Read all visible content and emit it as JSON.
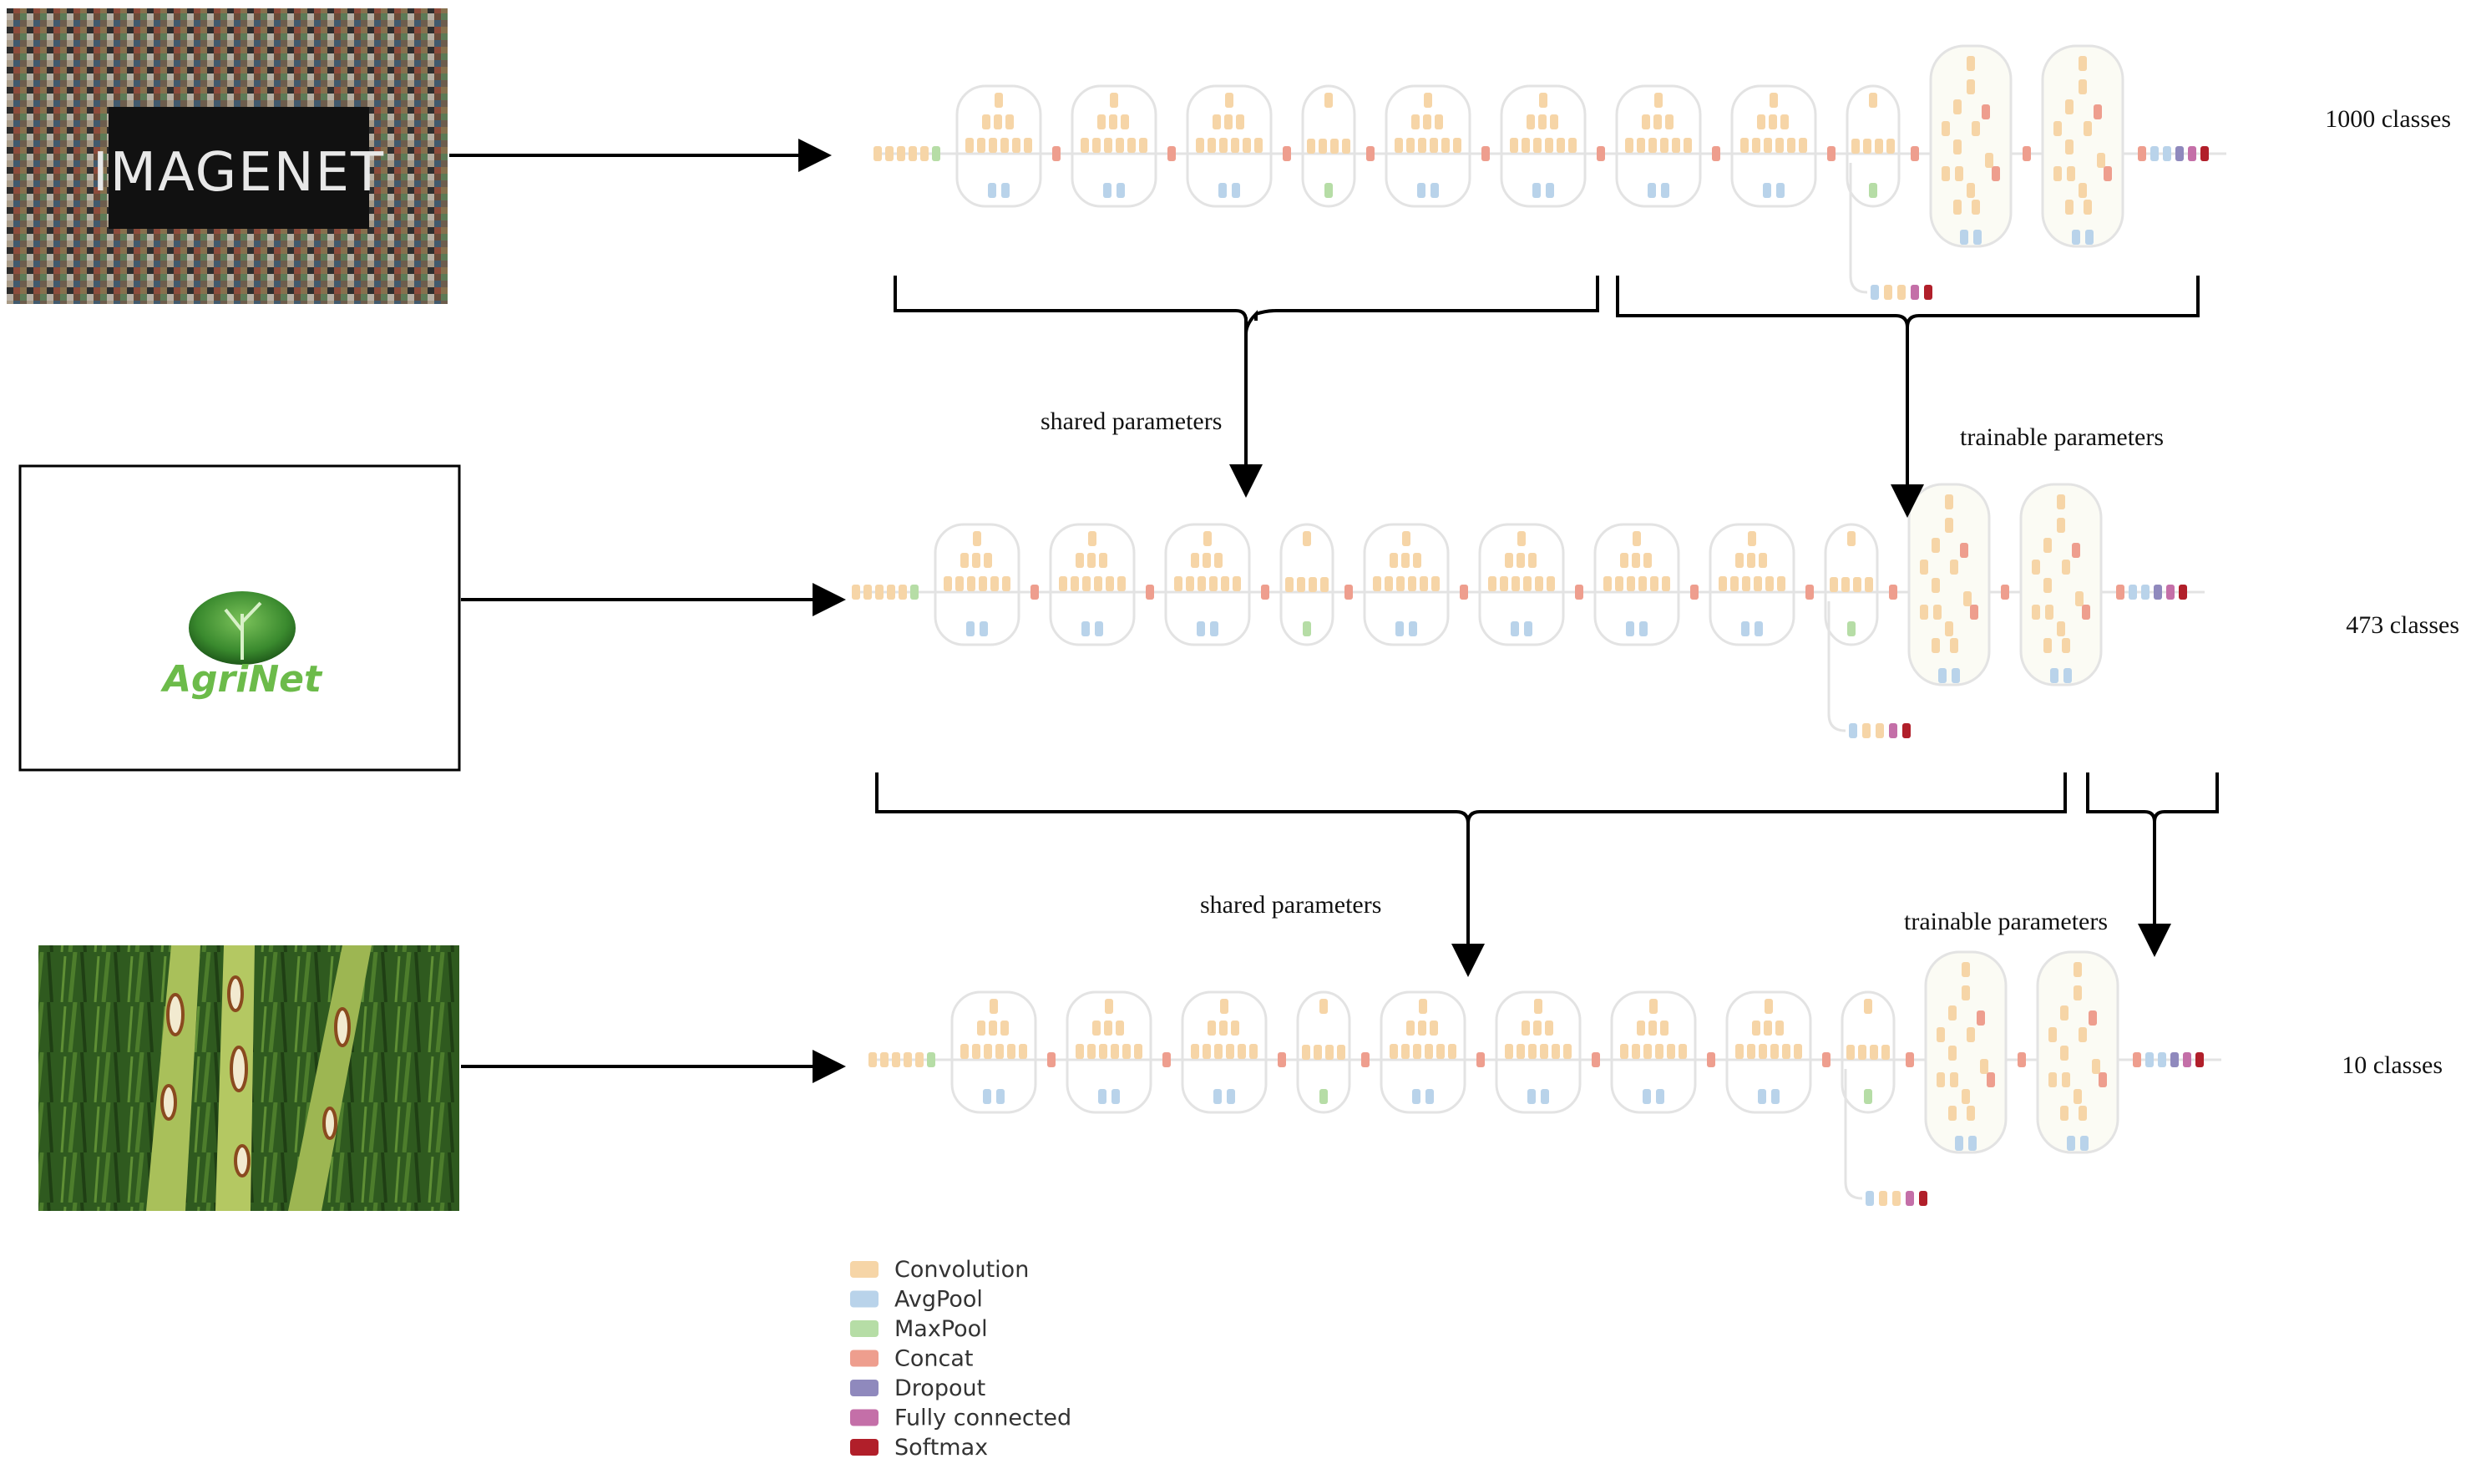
{
  "colors": {
    "conv": "#f6d5a7",
    "avgpool": "#b9d3ea",
    "maxpool": "#b6dda6",
    "concat": "#ee9e8e",
    "dropout": "#8f89bd",
    "fc": "#c46fa8",
    "softmax": "#b11f2a",
    "module_outline": "#e3e3e3",
    "arrow": "#000000"
  },
  "rows": [
    {
      "id": "imagenet",
      "source_image": "imagenet-mosaic",
      "logo_text": "IMAGENET",
      "classes_label": "1000 classes"
    },
    {
      "id": "agrinet",
      "source_image": "agrinet-logo",
      "logo_text": "AgriNet",
      "classes_label": "473 classes"
    },
    {
      "id": "target",
      "source_image": "leaf-disease-photo",
      "logo_text": "",
      "classes_label": "10 classes"
    }
  ],
  "transfer": [
    {
      "shared_label": "shared parameters",
      "trainable_label": "trainable parameters"
    },
    {
      "shared_label": "shared parameters",
      "trainable_label": "trainable parameters"
    }
  ],
  "legend": [
    {
      "label": "Convolution",
      "color_key": "conv"
    },
    {
      "label": "AvgPool",
      "color_key": "avgpool"
    },
    {
      "label": "MaxPool",
      "color_key": "maxpool"
    },
    {
      "label": "Concat",
      "color_key": "concat"
    },
    {
      "label": "Dropout",
      "color_key": "dropout"
    },
    {
      "label": "Fully connected",
      "color_key": "fc"
    },
    {
      "label": "Softmax",
      "color_key": "softmax"
    }
  ]
}
